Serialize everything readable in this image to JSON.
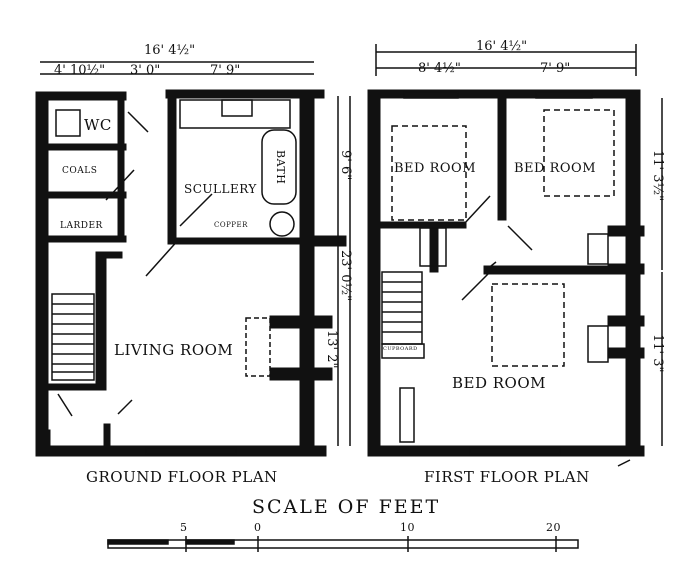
{
  "ground_floor": {
    "caption": "GROUND FLOOR PLAN",
    "rooms": {
      "wc": "WC",
      "coals": "COALS",
      "larder": "LARDER",
      "scullery": "SCULLERY",
      "bath": "BATH",
      "copper": "COPPER",
      "living_room": "LIVING ROOM"
    },
    "dimensions": {
      "overall_width": "16' 4½\"",
      "left_width": "4' 10½\"",
      "middle_width": "3' 0\"",
      "right_width": "7' 9\"",
      "scullery_depth": "9' 6\"",
      "overall_depth": "23' 0½\"",
      "living_depth": "13' 2\""
    }
  },
  "first_floor": {
    "caption": "FIRST FLOOR PLAN",
    "rooms": {
      "bed_room_1": "BED ROOM",
      "bed_room_2": "BED ROOM",
      "bed_room_3": "BED ROOM",
      "cupboard": "CUPBOARD"
    },
    "dimensions": {
      "overall_width": "16' 4½\"",
      "left_width": "8' 4½\"",
      "right_width": "7' 9\"",
      "top_depth": "11' 3½\"",
      "bottom_depth": "11' 3\""
    }
  },
  "scale": {
    "title": "SCALE OF FEET",
    "ticks": [
      "5",
      "0",
      "10",
      "20"
    ]
  },
  "colors": {
    "ink": "#111111",
    "paper": "#ffffff"
  }
}
